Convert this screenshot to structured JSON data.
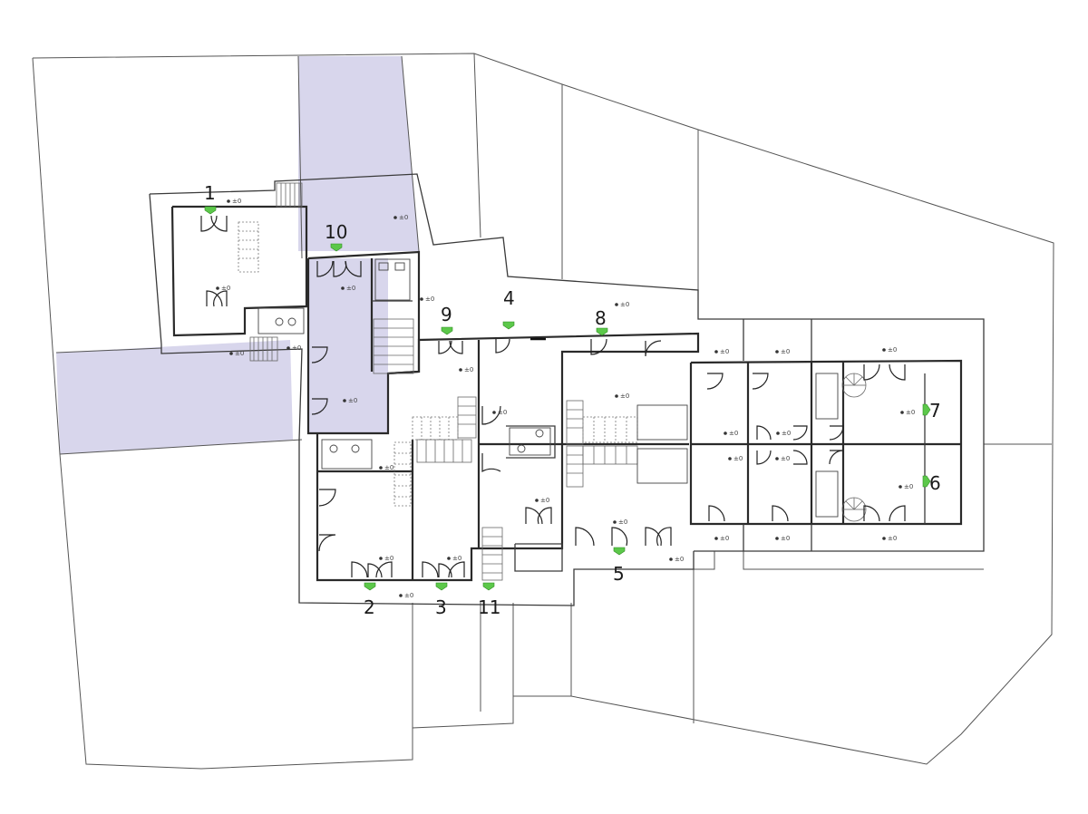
{
  "colors": {
    "highlight_zone": "#d8d6ec",
    "wall": "#2a2a2a",
    "entrance_arrow": "#5cc84a",
    "background": "#ffffff"
  },
  "entrances": [
    {
      "label": "1"
    },
    {
      "label": "2"
    },
    {
      "label": "3"
    },
    {
      "label": "4"
    },
    {
      "label": "5"
    },
    {
      "label": "6"
    },
    {
      "label": "7"
    },
    {
      "label": "8"
    },
    {
      "label": "9"
    },
    {
      "label": "10"
    },
    {
      "label": "11"
    }
  ],
  "icons": {
    "entrance_marker": "entrance-arrow-icon",
    "level_marker": "level-marker-icon",
    "door": "door-swing-icon",
    "stair": "staircase-icon",
    "spiral_stair": "spiral-staircase-icon"
  }
}
